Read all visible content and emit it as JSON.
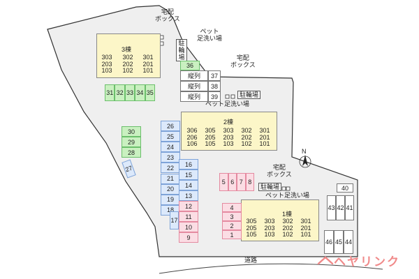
{
  "road_label": "道路",
  "logo_text": "ヘヤリンク",
  "north_label": "N",
  "labels": {
    "delivery_box_top": "宅配\nボックス",
    "pet_wash_top": "ペット\n足洗い場",
    "bike_parking_top": "駐\n輪\n場",
    "delivery_box_mid": "宅配\nボックス",
    "pet_wash_mid": "ペット足洗い場",
    "bike_parking_mid": "駐輪場",
    "delivery_box_bottom": "宅配\nボックス",
    "bike_parking_bottom": "駐輪場",
    "pet_wash_bottom": "ペット足洗い場"
  },
  "buildings": {
    "b3": {
      "name": "3棟",
      "cols": [
        "303\n203\n103",
        "302\n202\n102",
        "301\n201\n101"
      ]
    },
    "b2": {
      "name": "2棟",
      "cols": [
        "306\n206\n106",
        "305\n205\n105",
        "303\n203\n103",
        "302\n202\n102",
        "301\n201\n101"
      ]
    },
    "b1": {
      "name": "1棟",
      "cols": [
        "305\n205\n105",
        "303\n203\n103",
        "302\n202\n102",
        "301\n201\n101"
      ]
    }
  },
  "parking": {
    "p36": "36",
    "tandem": [
      {
        "label": "縦列",
        "num": "37"
      },
      {
        "label": "縦列",
        "num": "38"
      },
      {
        "label": "縦列",
        "num": "39"
      }
    ],
    "green_row": [
      "31",
      "32",
      "33",
      "34",
      "35"
    ],
    "green_col": [
      "30",
      "29",
      "28"
    ],
    "p27": "27",
    "blue_left": [
      "26",
      "25",
      "24",
      "23",
      "22",
      "21",
      "20",
      "19",
      "18"
    ],
    "blue_right": [
      "16",
      "15",
      "14",
      "13"
    ],
    "pink_col": [
      "12",
      "11",
      "10",
      "9"
    ],
    "p17": "17",
    "pink_row": [
      "5",
      "6",
      "7",
      "8"
    ],
    "pink_col2": [
      "4",
      "3",
      "2",
      "1"
    ],
    "p40": "40",
    "row_43": [
      "43",
      "42",
      "41"
    ],
    "row_46": [
      "46",
      "45",
      "44"
    ]
  }
}
